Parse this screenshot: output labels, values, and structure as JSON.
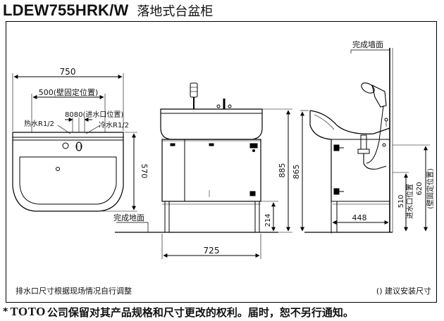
{
  "header": {
    "model": "LDEW755HRK/W",
    "name": "落地式台盆柜"
  },
  "front_view": {
    "total_width": "750",
    "wall_fixing": "500(壁固定位置)",
    "hot_water": "热水R1/2",
    "inlet": "8080(进水口位置)",
    "cold_water": "冷水R1/2",
    "depth": "570"
  },
  "elevation": {
    "floor_label": "完成地面",
    "leg_height": "214",
    "overall_height": "885",
    "cabinet_width": "725"
  },
  "side_view": {
    "wall_label": "完成墙面",
    "height": "865",
    "inlet_height": "510",
    "fixing_height": "620",
    "inlet_label": "进水口位置",
    "fixing_label": "(壁固定位置)",
    "depth": "448"
  },
  "notes": {
    "drain": "排水口尺寸根据现场情况自行调整",
    "suggest": "() 建议安装尺寸"
  },
  "footer": {
    "star": "*",
    "brand": "TOTO",
    "text": "公司保留对其产品规格和尺寸更改的权利。届时，恕不另行通知。"
  }
}
